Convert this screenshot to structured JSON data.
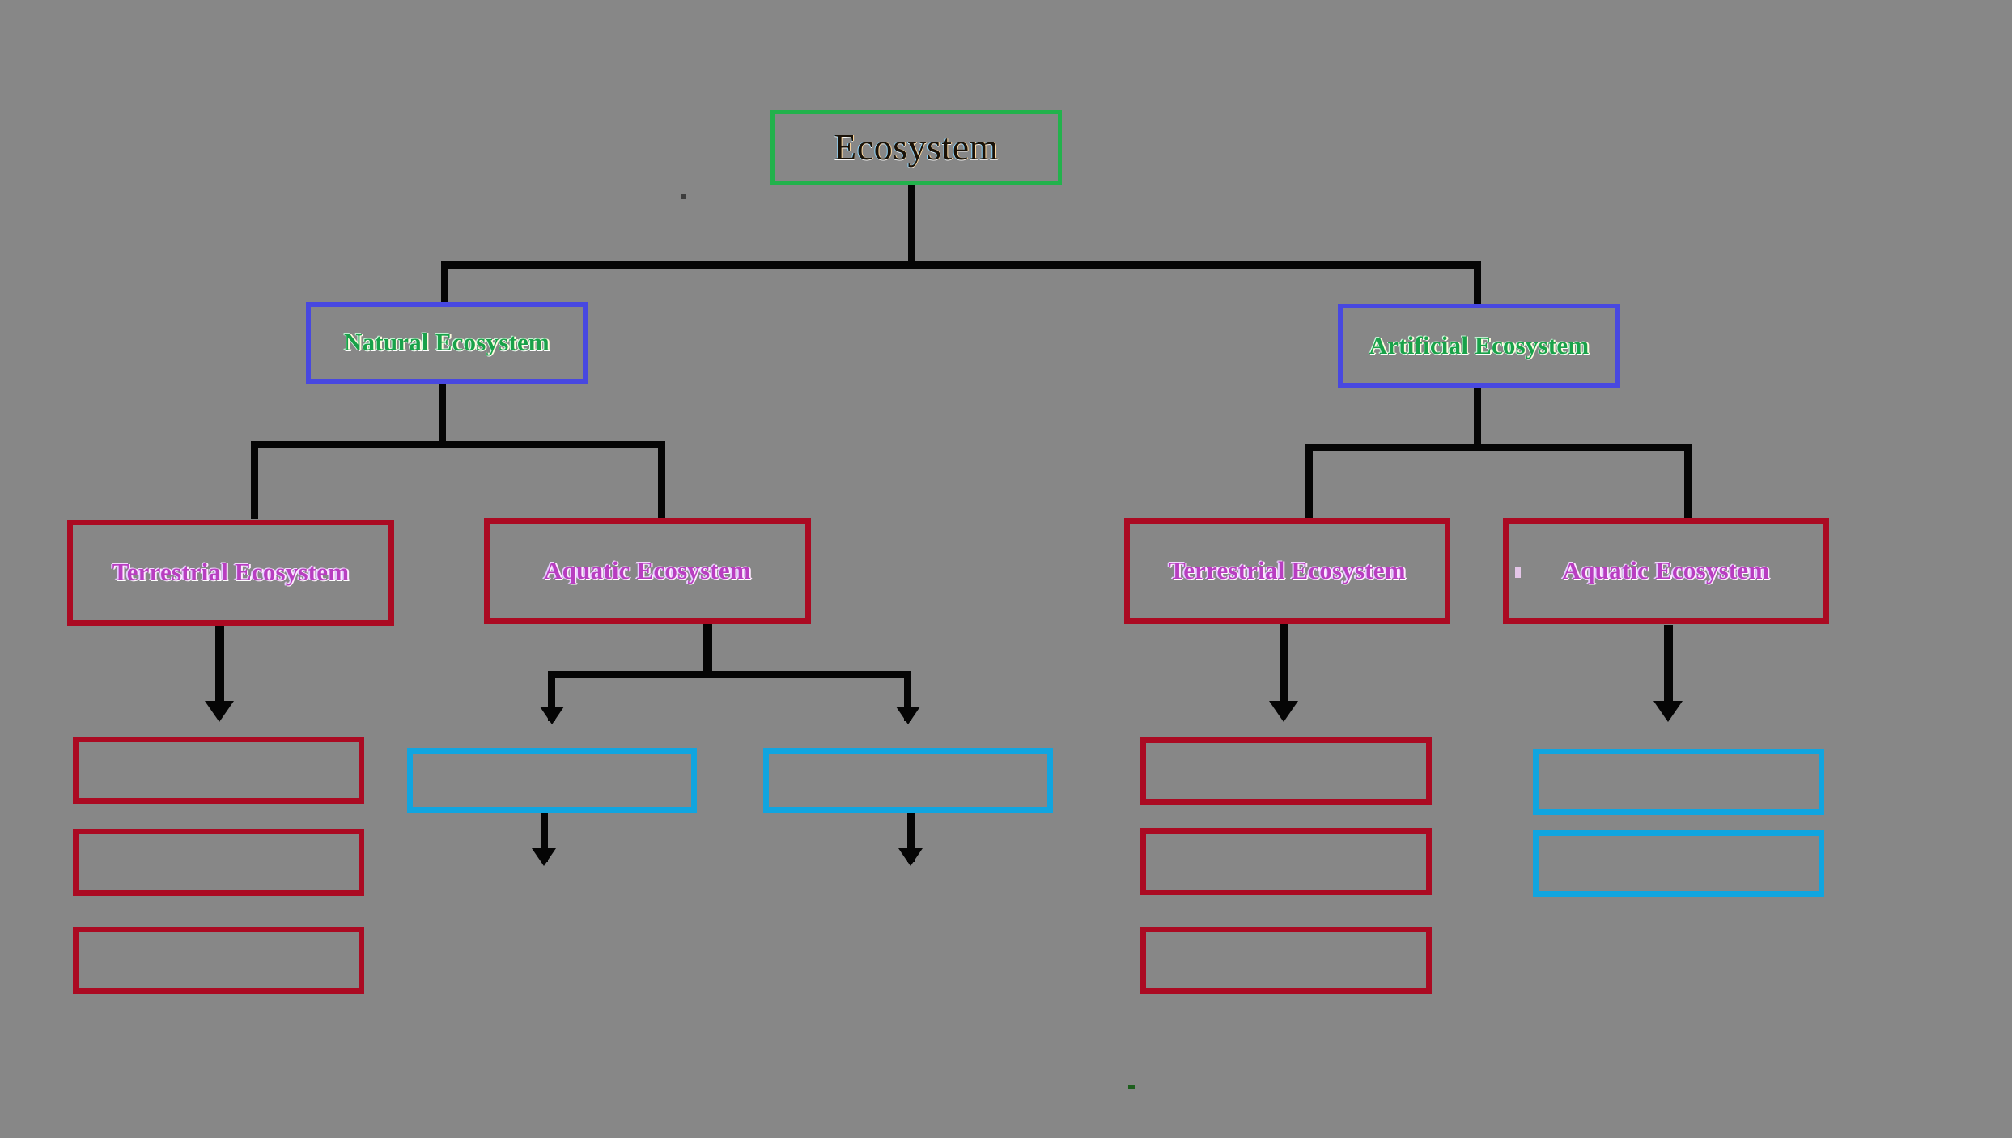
{
  "diagram": {
    "title": "Ecosystem classification flowchart",
    "background_color": "#878787",
    "colors": {
      "root_border": "#22b24c",
      "level2_border": "#4848e0",
      "level2_text": "#19a14a",
      "level3_border": "#ab0a22",
      "level3_text": "#b83ec0",
      "leaf_cyan_border": "#10a5e0",
      "connector": "#050505"
    },
    "nodes": {
      "root": {
        "label": "Ecosystem"
      },
      "natural": {
        "label": "Natural Ecosystem"
      },
      "artificial": {
        "label": "Artificial Ecosystem"
      },
      "natural_terrestrial": {
        "label": "Terrestrial Ecosystem"
      },
      "natural_aquatic": {
        "label": "Aquatic  Ecosystem"
      },
      "artificial_terrestrial": {
        "label": "Terrestrial Ecosystem"
      },
      "artificial_aquatic": {
        "label": "Aquatic Ecosystem"
      }
    },
    "empty_leaves": {
      "natural_terrestrial": [
        "",
        "",
        ""
      ],
      "natural_aquatic": [
        "",
        ""
      ],
      "artificial_terrestrial": [
        "",
        "",
        ""
      ],
      "artificial_aquatic": [
        "",
        ""
      ]
    }
  }
}
